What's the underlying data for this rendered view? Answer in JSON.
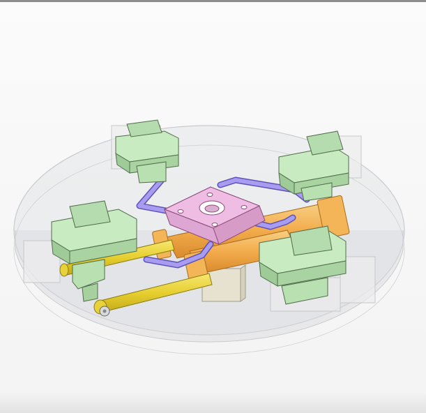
{
  "viewer": {
    "background": "#f7f7f7",
    "frame_line": "#8e8e8e"
  },
  "model": {
    "parts": [
      {
        "name": "base-plate",
        "color": "#dcdde1"
      },
      {
        "name": "gripper-jaw",
        "color": "#bfe3b8",
        "count": 4
      },
      {
        "name": "center-plate",
        "color": "#eab2de"
      },
      {
        "name": "linkage-arm",
        "color": "#9b8fe3",
        "count": 4
      },
      {
        "name": "cylinder-body",
        "color": "#f4b45a"
      },
      {
        "name": "push-rod",
        "color": "#e8d23a"
      }
    ]
  }
}
